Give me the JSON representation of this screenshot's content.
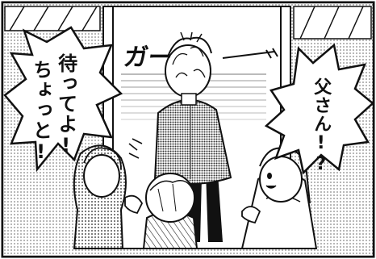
{
  "panel": {
    "sound_effect": "ガー",
    "speech_left_line1": "待ってよ!",
    "speech_left_line2": "ちょっと!",
    "speech_right": "父さん!?"
  },
  "colors": {
    "ink": "#111111",
    "paper": "#ffffff",
    "screentone": "#8a8a8a"
  }
}
